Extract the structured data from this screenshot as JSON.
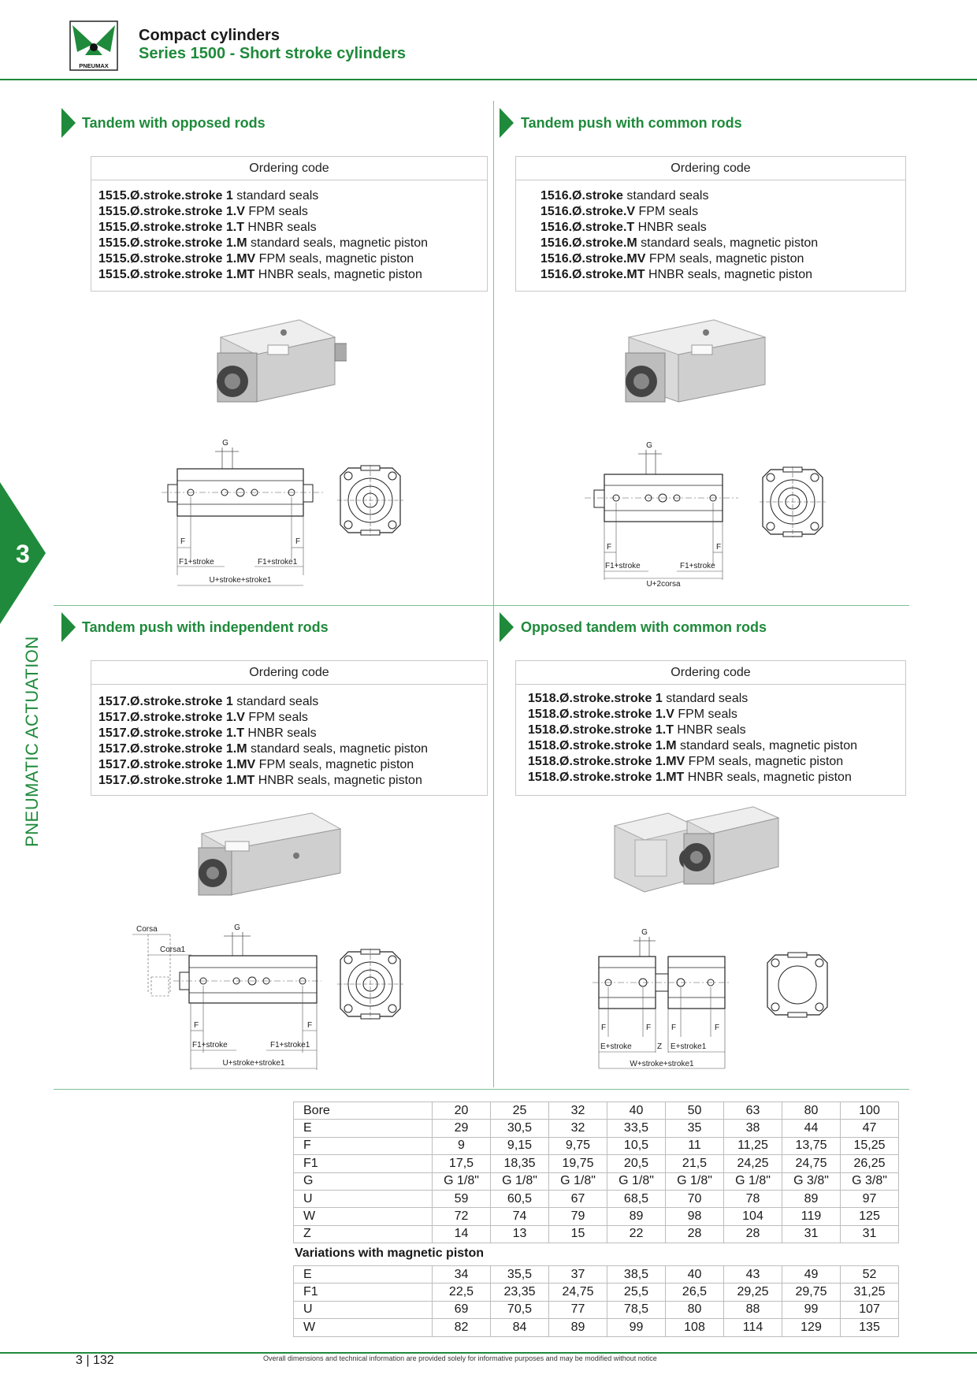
{
  "header": {
    "title": "Compact cylinders",
    "subtitle": "Series 1500 - Short stroke cylinders",
    "logo_text": "PNEUMAX"
  },
  "side_tab": {
    "number": "3",
    "label": "PNEUMATIC ACTUATION"
  },
  "sections": [
    {
      "title": "Tandem with opposed rods",
      "ordering_head": "Ordering code",
      "codes": [
        {
          "code": "1515.Ø.stroke.stroke 1",
          "desc": " standard seals"
        },
        {
          "code": "1515.Ø.stroke.stroke 1.V",
          "desc": " FPM seals"
        },
        {
          "code": "1515.Ø.stroke.stroke 1.T",
          "desc": " HNBR seals"
        },
        {
          "code": "1515.Ø.stroke.stroke 1.M",
          "desc": " standard seals, magnetic piston"
        },
        {
          "code": "1515.Ø.stroke.stroke 1.MV",
          "desc": " FPM seals, magnetic piston"
        },
        {
          "code": "1515.Ø.stroke.stroke 1.MT",
          "desc": " HNBR seals, magnetic piston"
        }
      ],
      "dims": {
        "g": "G",
        "f_left": "F",
        "f_right": "F",
        "f1_left": "F1+stroke",
        "f1_right": "F1+stroke1",
        "total": "U+stroke+stroke1"
      }
    },
    {
      "title": "Tandem push with common rods",
      "ordering_head": "Ordering code",
      "codes": [
        {
          "code": "1516.Ø.stroke",
          "desc": " standard seals"
        },
        {
          "code": "1516.Ø.stroke.V",
          "desc": " FPM seals"
        },
        {
          "code": "1516.Ø.stroke.T",
          "desc": " HNBR seals"
        },
        {
          "code": "1516.Ø.stroke.M",
          "desc": " standard seals, magnetic piston"
        },
        {
          "code": "1516.Ø.stroke.MV",
          "desc": " FPM seals, magnetic piston"
        },
        {
          "code": "1516.Ø.stroke.MT",
          "desc": " HNBR seals, magnetic piston"
        }
      ],
      "dims": {
        "g": "G",
        "f_left": "F",
        "f_right": "F",
        "f1_left": "F1+stroke",
        "f1_right": "F1+stroke",
        "total": "U+2corsa"
      }
    },
    {
      "title": "Tandem push with independent rods",
      "ordering_head": "Ordering code",
      "codes": [
        {
          "code": "1517.Ø.stroke.stroke 1",
          "desc": " standard seals"
        },
        {
          "code": "1517.Ø.stroke.stroke 1.V",
          "desc": " FPM seals"
        },
        {
          "code": "1517.Ø.stroke.stroke 1.T",
          "desc": " HNBR seals"
        },
        {
          "code": "1517.Ø.stroke.stroke 1.M",
          "desc": " standard seals, magnetic piston"
        },
        {
          "code": "1517.Ø.stroke.stroke 1.MV",
          "desc": " FPM seals, magnetic piston"
        },
        {
          "code": "1517.Ø.stroke.stroke 1.MT",
          "desc": " HNBR seals, magnetic piston"
        }
      ],
      "dims": {
        "corsa": "Corsa",
        "corsa1": "Corsa1",
        "g": "G",
        "f_left": "F",
        "f_right": "F",
        "f1_left": "F1+stroke",
        "f1_right": "F1+stroke1",
        "total": "U+stroke+stroke1"
      }
    },
    {
      "title": "Opposed tandem with common rods",
      "ordering_head": "Ordering code",
      "codes": [
        {
          "code": "1518.Ø.stroke.stroke 1",
          "desc": " standard seals"
        },
        {
          "code": "1518.Ø.stroke.stroke 1.V",
          "desc": " FPM seals"
        },
        {
          "code": "1518.Ø.stroke.stroke 1.T",
          "desc": " HNBR seals"
        },
        {
          "code": "1518.Ø.stroke.stroke 1.M",
          "desc": " standard seals, magnetic piston"
        },
        {
          "code": "1518.Ø.stroke.stroke 1.MV",
          "desc": " FPM seals, magnetic piston"
        },
        {
          "code": "1518.Ø.stroke.stroke 1.MT",
          "desc": " HNBR seals, magnetic piston"
        }
      ],
      "dims": {
        "g": "G",
        "f1": "F",
        "f2": "F",
        "f3": "F",
        "f4": "F",
        "e_left": "E+stroke",
        "z": "Z",
        "e_right": "E+stroke1",
        "total": "W+stroke+stroke1"
      }
    }
  ],
  "table": {
    "header": [
      "Bore",
      "20",
      "25",
      "32",
      "40",
      "50",
      "63",
      "80",
      "100"
    ],
    "rows": [
      [
        "E",
        "29",
        "30,5",
        "32",
        "33,5",
        "35",
        "38",
        "44",
        "47"
      ],
      [
        "F",
        "9",
        "9,15",
        "9,75",
        "10,5",
        "11",
        "11,25",
        "13,75",
        "15,25"
      ],
      [
        "F1",
        "17,5",
        "18,35",
        "19,75",
        "20,5",
        "21,5",
        "24,25",
        "24,75",
        "26,25"
      ],
      [
        "G",
        "G 1/8\"",
        "G 1/8\"",
        "G 1/8\"",
        "G 1/8\"",
        "G 1/8\"",
        "G 1/8\"",
        "G 3/8\"",
        "G 3/8\""
      ],
      [
        "U",
        "59",
        "60,5",
        "67",
        "68,5",
        "70",
        "78",
        "89",
        "97"
      ],
      [
        "W",
        "72",
        "74",
        "79",
        "89",
        "98",
        "104",
        "119",
        "125"
      ],
      [
        "Z",
        "14",
        "13",
        "15",
        "22",
        "28",
        "28",
        "31",
        "31"
      ]
    ],
    "variations_title": "Variations with magnetic piston",
    "variation_rows": [
      [
        "E",
        "34",
        "35,5",
        "37",
        "38,5",
        "40",
        "43",
        "49",
        "52"
      ],
      [
        "F1",
        "22,5",
        "23,35",
        "24,75",
        "25,5",
        "26,5",
        "29,25",
        "29,75",
        "31,25"
      ],
      [
        "U",
        "69",
        "70,5",
        "77",
        "78,5",
        "80",
        "88",
        "99",
        "107"
      ],
      [
        "W",
        "82",
        "84",
        "89",
        "99",
        "108",
        "114",
        "129",
        "135"
      ]
    ]
  },
  "footer": {
    "page": "3 | 132",
    "note": "Overall dimensions and technical information are provided solely for informative purposes and may be modified without notice"
  },
  "colors": {
    "brand_green": "#1f8a3b",
    "divider": "#7fbf94"
  }
}
